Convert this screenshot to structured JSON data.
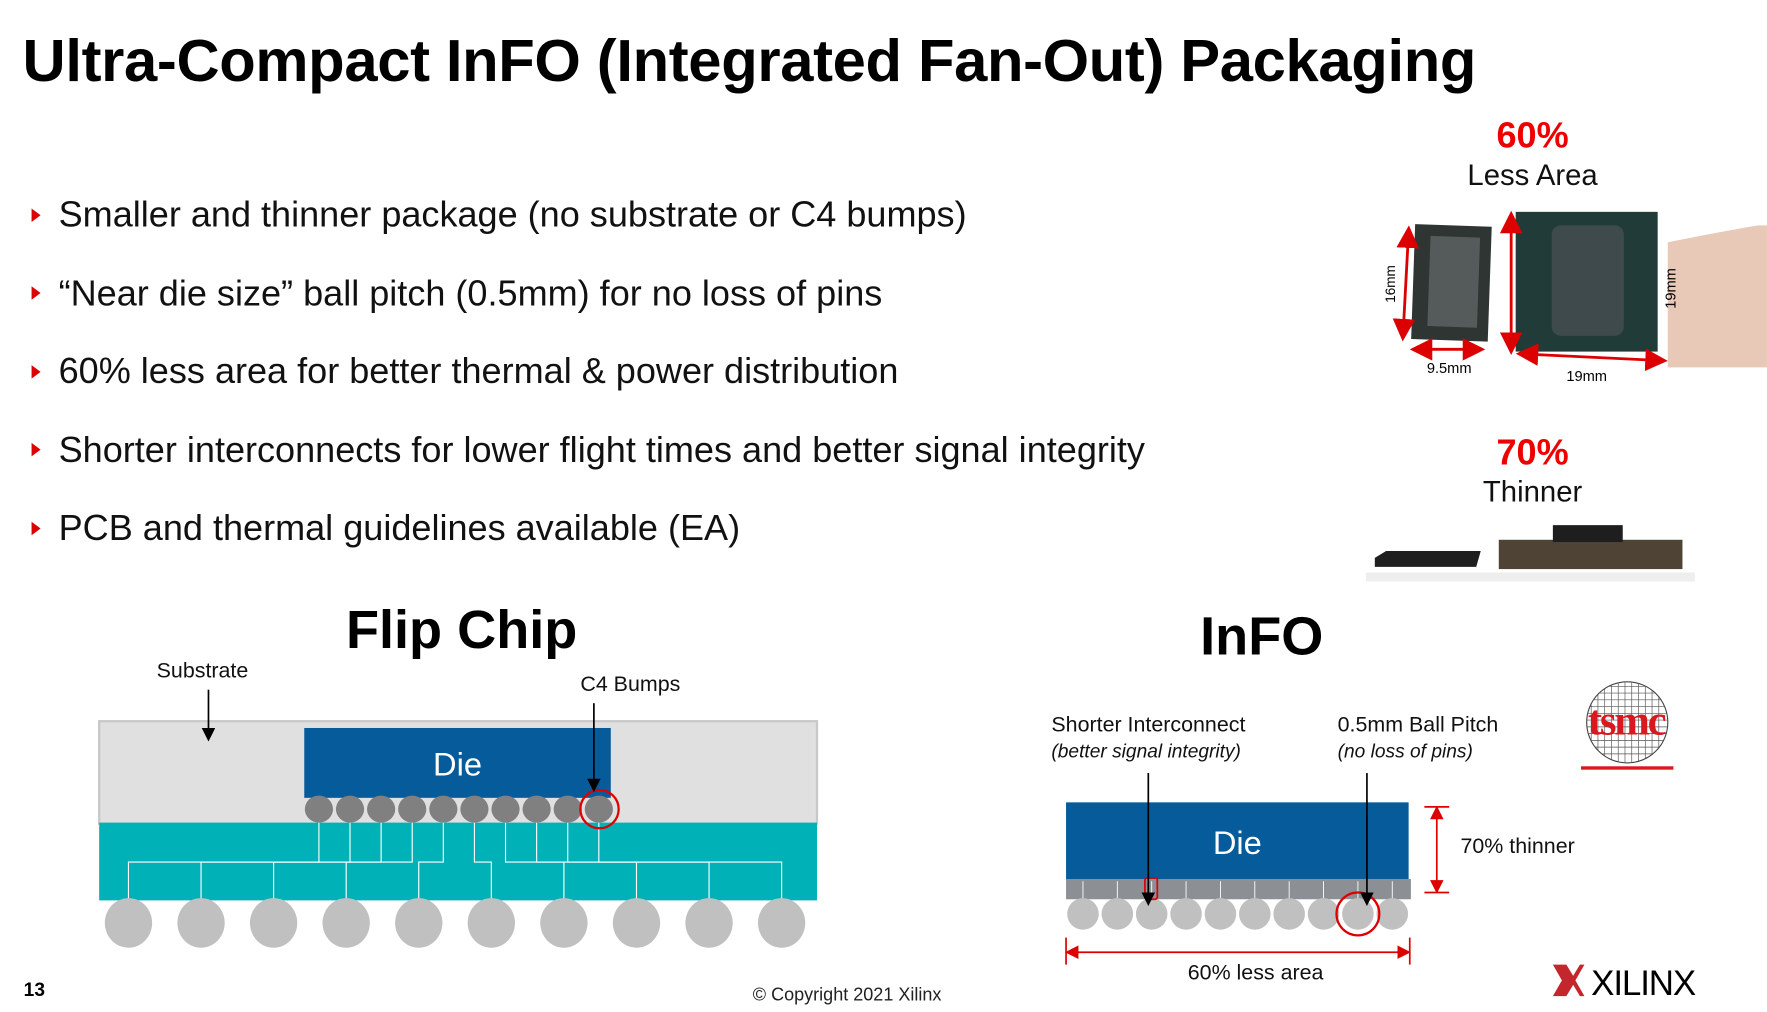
{
  "slide": {
    "title": "Ultra-Compact InFO (Integrated Fan-Out) Packaging",
    "page_number": "13",
    "copyright": "© Copyright 2021 Xilinx",
    "bullets": [
      "Smaller and thinner package (no substrate or C4 bumps)",
      "“Near die size” ball pitch (0.5mm) for no loss of pins",
      "60% less area for better thermal & power distribution",
      "Shorter interconnects for lower flight times and better signal integrity",
      "PCB and thermal guidelines available (EA)"
    ]
  },
  "photos": {
    "area_pct": "60%",
    "area_label": "Less Area",
    "small_height": "16mm",
    "small_width": "9.5mm",
    "large_height": "19mm",
    "large_width": "19mm",
    "thin_pct": "70%",
    "thin_label": "Thinner"
  },
  "flip_chip": {
    "title": "Flip Chip",
    "substrate_label": "Substrate",
    "bumps_label": "C4 Bumps",
    "die_label": "Die"
  },
  "info": {
    "title": "InFO",
    "interconnect_label": "Shorter Interconnect",
    "interconnect_note": "(better signal integrity)",
    "pitch_label": "0.5mm Ball Pitch",
    "pitch_note": "(no loss of pins)",
    "die_label": "Die",
    "thinner_label": "70% thinner",
    "area_label": "60% less area"
  },
  "logos": {
    "tsmc": "tsmc",
    "xilinx": "XILINX"
  },
  "colors": {
    "red": "#e00000",
    "die": "#065c9a",
    "teal": "#00b2b8",
    "substrate": "#e0e0e0"
  }
}
